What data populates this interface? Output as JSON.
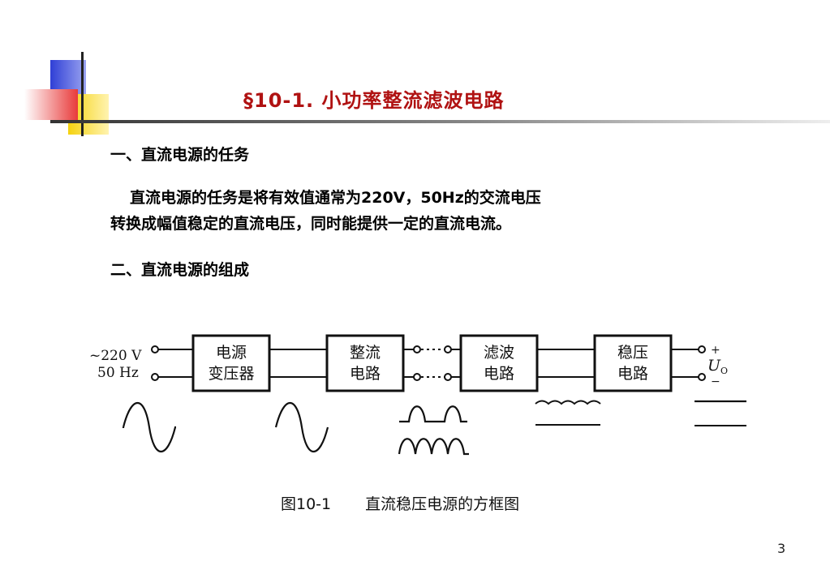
{
  "slide": {
    "title": "§10-1. 小功率整流滤波电路",
    "section1_heading": "一、直流电源的任务",
    "paragraph_line1": "直流电源的任务是将有效值通常为220V，50Hz的交流电压",
    "paragraph_line2": "转换成幅值稳定的直流电压，同时能提供一定的直流电流。",
    "section2_heading": "二、直流电源的组成",
    "page_number": "3"
  },
  "diagram": {
    "input_voltage": "~220 V",
    "input_freq": "50 Hz",
    "blocks": [
      {
        "line1": "电源",
        "line2": "变压器"
      },
      {
        "line1": "整流",
        "line2": "电路"
      },
      {
        "line1": "滤波",
        "line2": "电路"
      },
      {
        "line1": "稳压",
        "line2": "电路"
      }
    ],
    "output_plus": "+",
    "output_minus": "−",
    "output_label": "U",
    "output_sub": "O"
  },
  "caption": {
    "number": "图10-1",
    "text": "直流稳压电源的方框图"
  },
  "colors": {
    "title": "#b01212",
    "deco_blue": "#2f3fd6",
    "deco_yellow": "#f5d20f",
    "deco_red": "#e83a3a"
  }
}
